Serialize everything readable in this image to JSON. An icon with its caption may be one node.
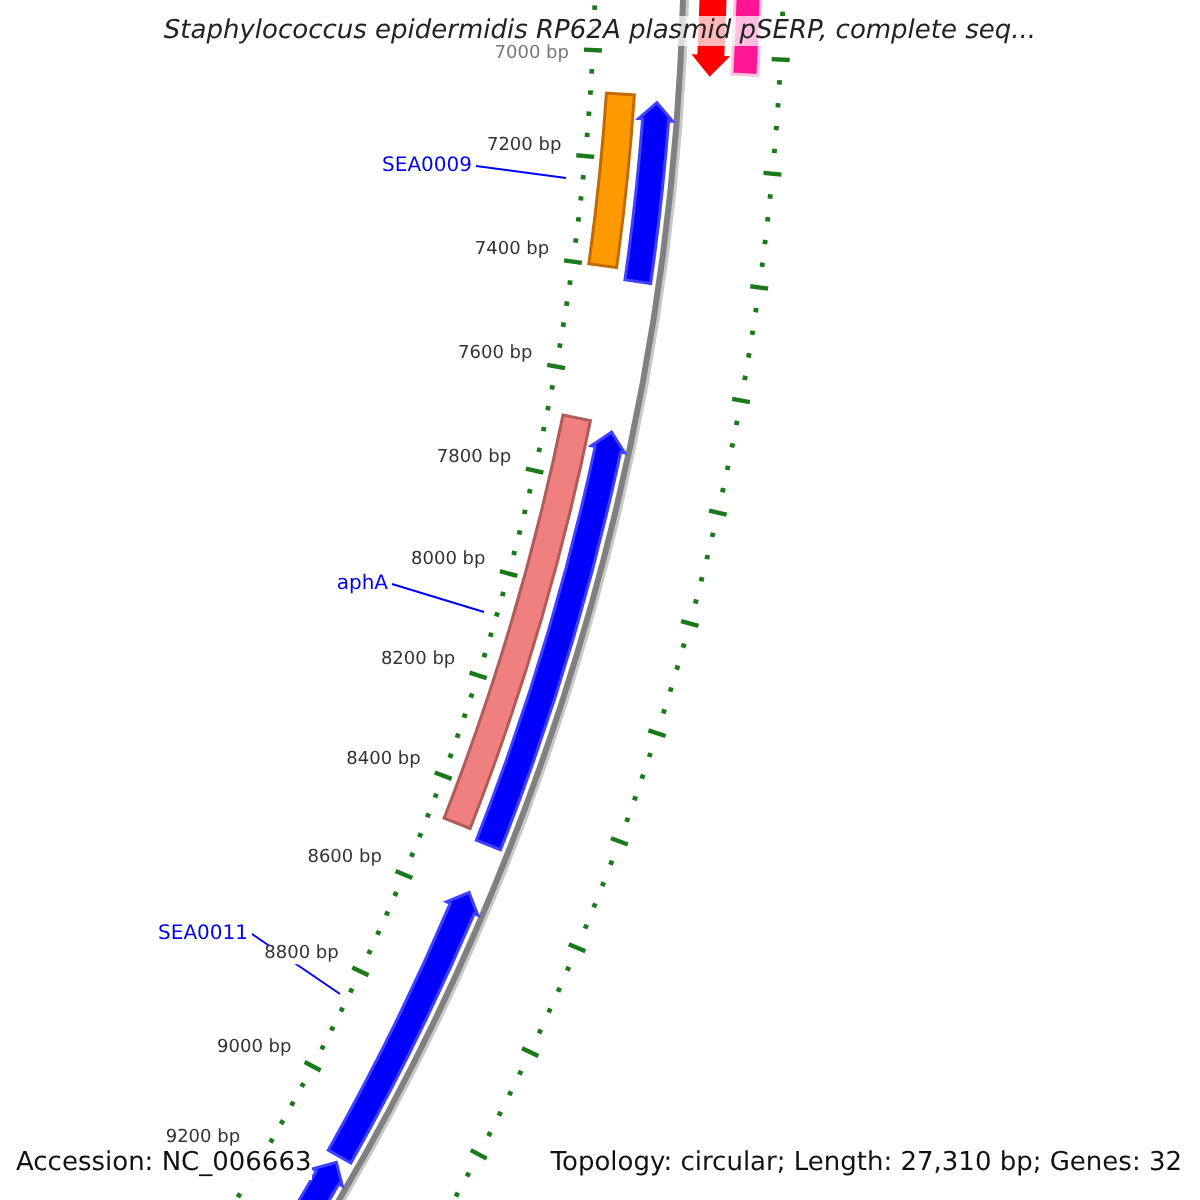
{
  "diagram": {
    "title": "Staphylococcus epidermidis RP62A plasmid pSERP, complete seq...",
    "nodes": [
      {
        "text": [
          "SEA0009"
        ]
      },
      {
        "text": [
          "aphA"
        ]
      },
      {
        "text": [
          "SEA0011"
        ]
      }
    ],
    "edges": [
      {
        "from": 0,
        "to": null,
        "arrow": "none"
      },
      {
        "from": 1,
        "to": null,
        "arrow": "none"
      },
      {
        "from": 2,
        "to": null,
        "arrow": "none"
      }
    ],
    "labels": [
      "7000 bp",
      "7200 bp",
      "7400 bp",
      "7600 bp",
      "7800 bp",
      "8000 bp",
      "8200 bp",
      "8400 bp",
      "8600 bp",
      "8800 bp",
      "9000 bp",
      "9200 bp",
      "Accession: NC_006663",
      "Topology: circular; Length: 27,310 bp; Genes: 32"
    ]
  }
}
